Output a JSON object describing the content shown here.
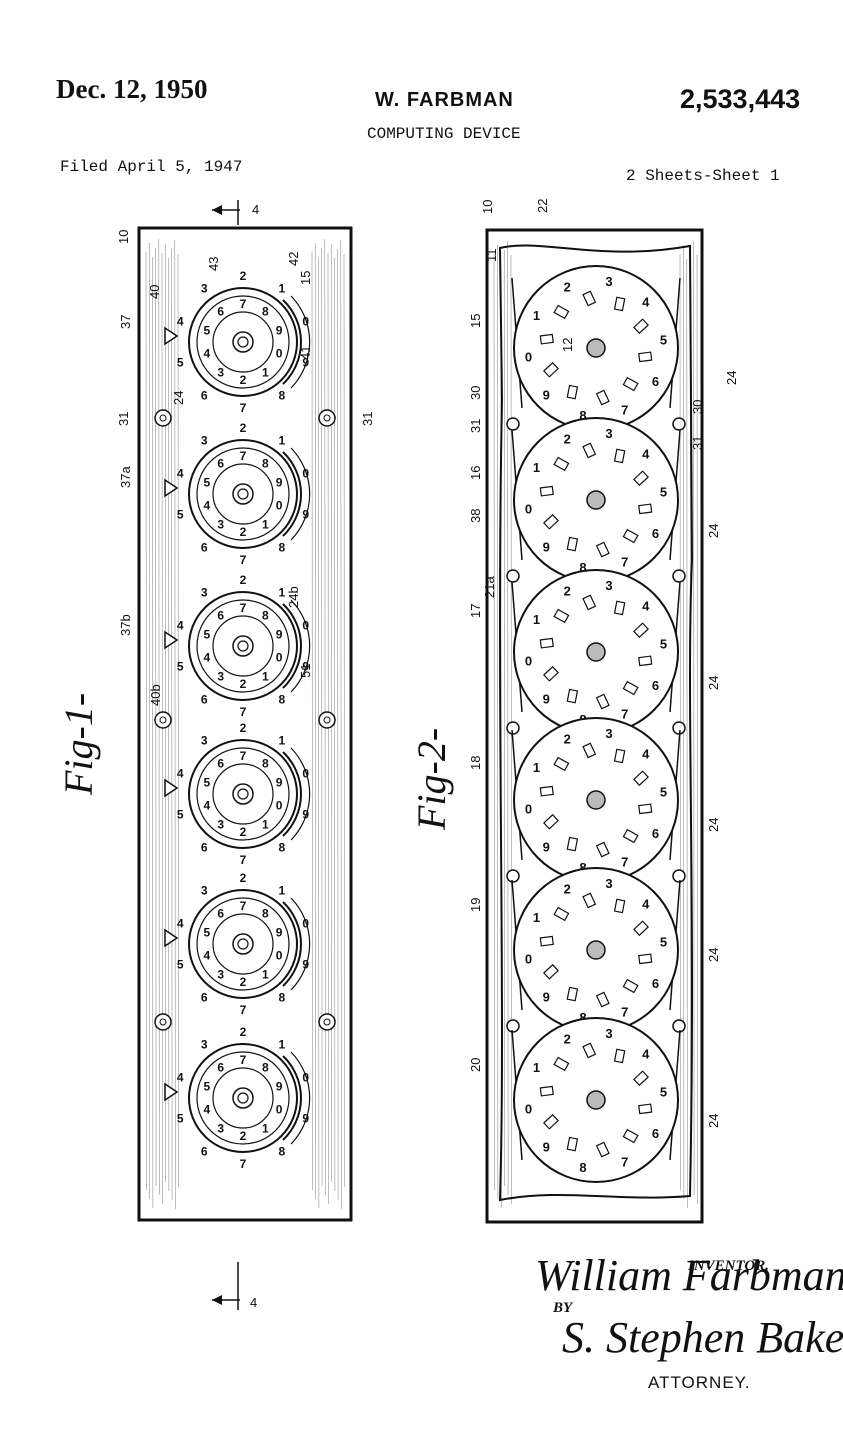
{
  "header": {
    "date": "Dec. 12, 1950",
    "inventor_name": "W. FARBMAN",
    "patent_number": "2,533,443",
    "title": "COMPUTING DEVICE",
    "filed": "Filed April 5, 1947",
    "sheet": "2 Sheets-Sheet 1"
  },
  "figures": {
    "fig1_label": "Fig-1-",
    "fig2_label": "Fig-2-",
    "section_marker": "4"
  },
  "fig1_refs": {
    "r10": "10",
    "r15": "15",
    "r24": "24",
    "r24b": "24b",
    "r31a": "31",
    "r31b": "31",
    "r37": "37",
    "r37a": "37a",
    "r37b": "37b",
    "r40": "40",
    "r40b": "40b",
    "r41": "41",
    "r42": "42",
    "r43": "43",
    "r51": "51"
  },
  "fig2_refs": {
    "r10": "10",
    "r11": "11",
    "r12": "12",
    "r15": "15",
    "r16": "16",
    "r17": "17",
    "r18": "18",
    "r19": "19",
    "r20": "20",
    "r21a": "21a",
    "r22": "22",
    "r24": "24",
    "r30": "30",
    "r31": "31",
    "r38": "38"
  },
  "dial_outer_digits": [
    "2",
    "1",
    "0",
    "9",
    "8",
    "7",
    "6",
    "5",
    "4",
    "3"
  ],
  "dial_inner_digits": [
    "7",
    "8",
    "9",
    "0",
    "1",
    "2",
    "3",
    "4",
    "5",
    "6"
  ],
  "disc_digits": [
    "2",
    "3",
    "4",
    "5",
    "6",
    "7",
    "8",
    "9",
    "0",
    "1"
  ],
  "signature": {
    "inventor_caption": "INVENTOR.",
    "inventor_signature": "William Farbman",
    "by": "BY",
    "attorney_signature": "S. Stephen Baker",
    "attorney_caption": "ATTORNEY."
  },
  "colors": {
    "ink": "#111111",
    "paper": "#ffffff"
  }
}
